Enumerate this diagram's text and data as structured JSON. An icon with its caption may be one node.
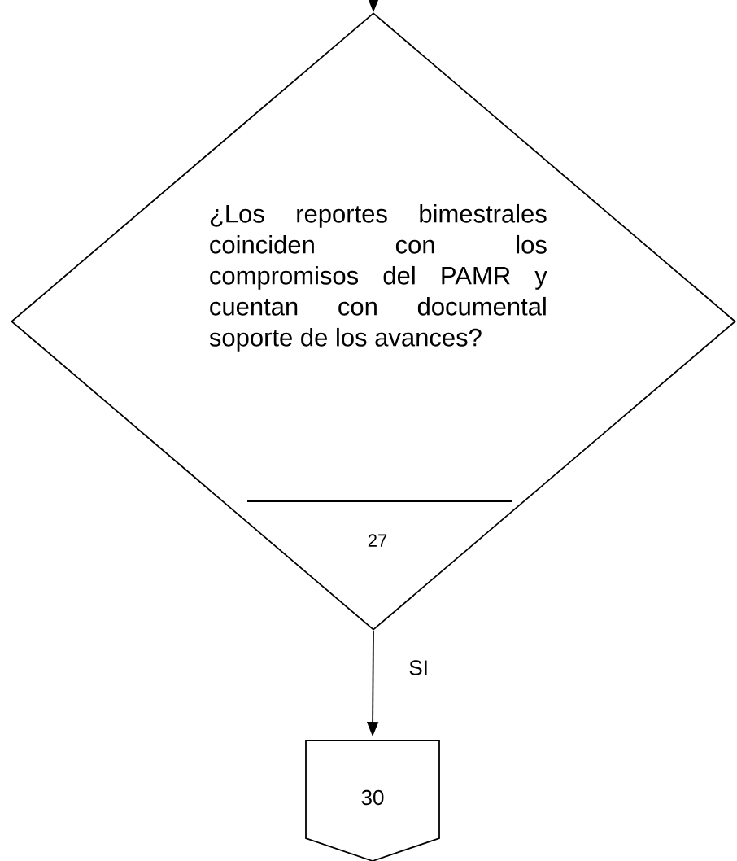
{
  "diagram": {
    "nodes": [
      {
        "text": [
          "¿Los reportes bimestrales coinciden con los compromisos del PAMR y cuentan con documental soporte de los avances?",
          "27"
        ]
      },
      {
        "text": [
          "30"
        ]
      }
    ],
    "edges": [
      {
        "from": null,
        "to": 0,
        "arrow": "to"
      },
      {
        "from": 0,
        "to": 1,
        "arrow": "to",
        "label": "SI"
      }
    ]
  }
}
